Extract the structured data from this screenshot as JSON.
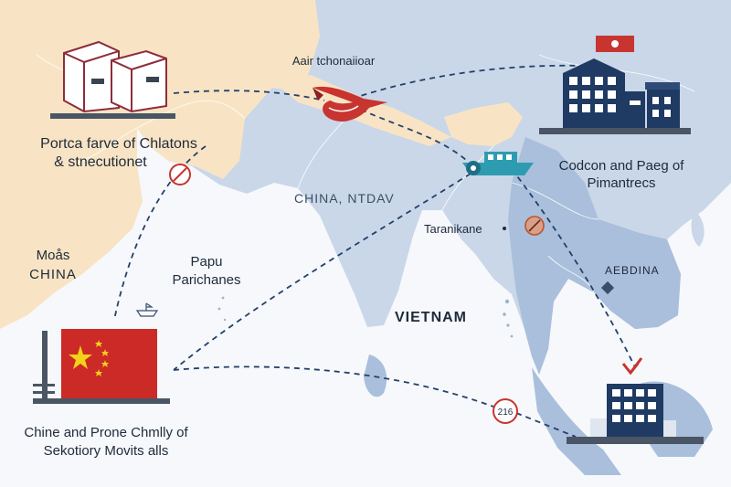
{
  "colors": {
    "land_warm": "#f8e4c4",
    "land_blue": "#c9d7e8",
    "land_blue_dark": "#a9bfdb",
    "sea": "#f6f8fb",
    "route": "#24406a",
    "accent_red": "#c8342f",
    "flag_red": "#cc2a27",
    "flag_star": "#f5d21a",
    "building": "#1f3a63",
    "teal": "#2e9cb0"
  },
  "labels": {
    "top_route": "Aair tchonaiioar",
    "left_title_line1": "Portca farve of Chlatons",
    "left_title_line2": "& stnecutionet",
    "right_title_line1": "Codcon and Paeg of",
    "right_title_line2": "Pimantrecs",
    "center_region": "CHINA,  NTDAV",
    "tarani": "Taranikane",
    "left_region_line1": "Moås",
    "left_region_line2": "CHINA",
    "papu_line1": "Papu",
    "papu_line2": "Parichanes",
    "aebdina": "AEBDINA",
    "vietnam": "VIETNAM",
    "bottom_left_line1": "Chine and Prone Chmlly of",
    "bottom_left_line2": "Sekotiory Movits alls",
    "road_badge": "216"
  },
  "icons": {
    "boxes": "cardboard-boxes-icon",
    "flag_top": "red-flag-icon",
    "building_top": "office-building-icon",
    "building_bottom": "office-building-icon",
    "ship": "cargo-ship-icon",
    "plane": "airplane-icon",
    "china_flag": "china-flag-icon",
    "marker_red": "red-arrow-marker-icon",
    "no_entry": "no-entry-sign-icon"
  }
}
